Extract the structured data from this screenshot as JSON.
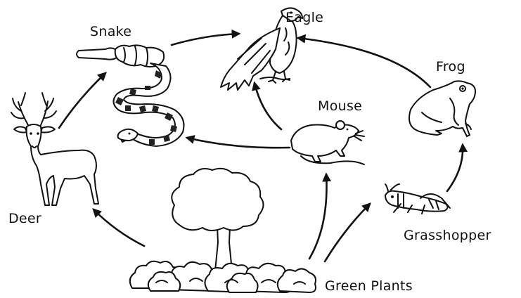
{
  "labels": {
    "eagle": "Eagle",
    "snake": "Snake",
    "frog": "Frog",
    "mouse": "Mouse",
    "deer": "Deer",
    "grasshopper": "Grasshopper",
    "green_plants": "Green Plants"
  },
  "icons": {
    "eagle": "eagle-icon",
    "snake": "snake-icon",
    "frog": "frog-icon",
    "mouse": "mouse-icon",
    "deer": "deer-icon",
    "grasshopper": "grasshopper-icon",
    "green_plants": "green-plants-icon"
  },
  "arrows": [
    {
      "from": "Green Plants",
      "to": "Deer"
    },
    {
      "from": "Green Plants",
      "to": "Mouse"
    },
    {
      "from": "Green Plants",
      "to": "Grasshopper"
    },
    {
      "from": "Deer",
      "to": "Snake"
    },
    {
      "from": "Mouse",
      "to": "Snake"
    },
    {
      "from": "Mouse",
      "to": "Eagle"
    },
    {
      "from": "Snake",
      "to": "Eagle"
    },
    {
      "from": "Frog",
      "to": "Eagle"
    },
    {
      "from": "Grasshopper",
      "to": "Frog"
    }
  ]
}
